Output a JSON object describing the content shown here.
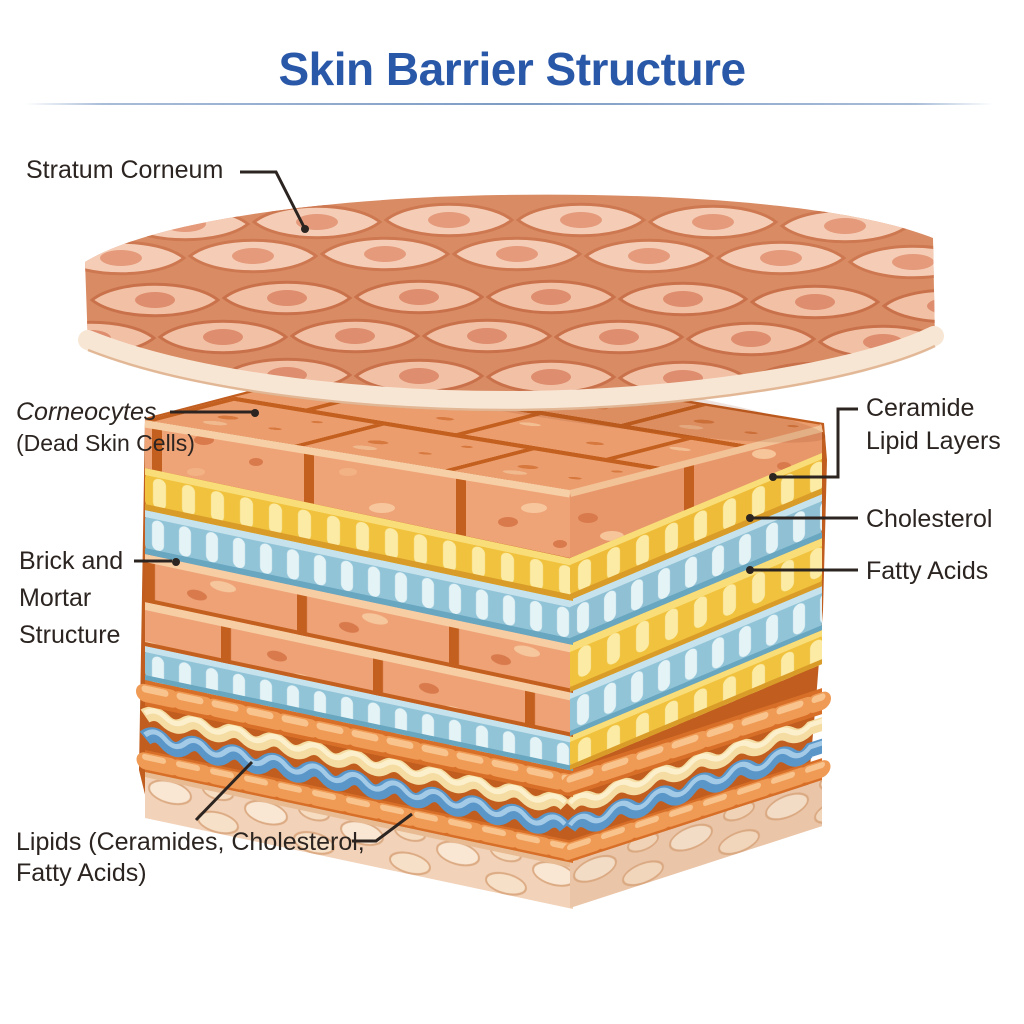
{
  "title": {
    "text": "Skin Barrier Structure"
  },
  "labels": {
    "stratum_corneum": {
      "text": "Stratum Corneum"
    },
    "corneocytes": {
      "line1": "Corneocytes",
      "line2": "(Dead Skin Cells)"
    },
    "brick_mortar": {
      "line1": "Brick and",
      "line2": "Mortar",
      "line3": "Structure"
    },
    "ceramide": {
      "line1": "Ceramide",
      "line2": "Lipid Layers"
    },
    "cholesterol": {
      "text": "Cholesterol"
    },
    "fatty_acids": {
      "text": "Fatty Acids"
    },
    "lipids": {
      "line1": "Lipids (Ceramides, Cholesterol,",
      "line2": "Fatty Acids)"
    }
  },
  "illustration": {
    "layers": [
      {
        "name": "stratum corneum slab",
        "color": "#f2c0a4"
      },
      {
        "name": "corneocyte bricks",
        "color": "#eea276"
      },
      {
        "name": "ceramide lipid layer",
        "color": "#f0c23e"
      },
      {
        "name": "cholesterol layer",
        "color": "#92c4d8"
      },
      {
        "name": "fatty acid layer",
        "color": "#f0c23e"
      },
      {
        "name": "lipid wavy layers",
        "color": "#e8833c"
      },
      {
        "name": "base tissue",
        "color": "#f2d2b8"
      }
    ]
  },
  "palette": {
    "title_blue": "#2a58a8",
    "divider": "#a9bdd8",
    "label_text": "#2b2420",
    "mortar": "#c4601f",
    "cell_pink": "#f2c0a4",
    "cell_outline": "#c9714a",
    "brick_orange": "#eea276",
    "ceramide_yellow": "#f0c23e",
    "cholesterol_blue": "#92c4d8",
    "lipid_orange": "#e8833c",
    "lipid_cream": "#f4dca2",
    "lipid_blue": "#5b96c8",
    "base_tan": "#f2d2b8"
  }
}
